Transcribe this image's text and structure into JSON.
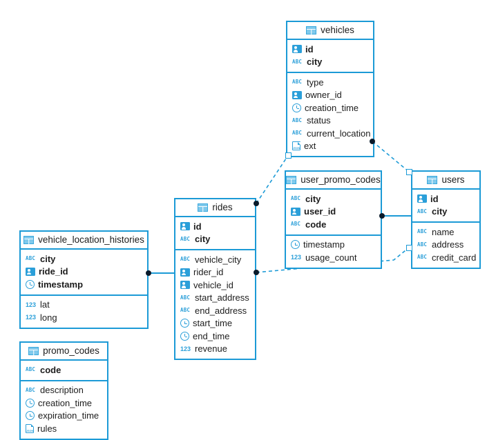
{
  "diagram": {
    "type": "er-diagram",
    "accent_color": "#1b9ad6",
    "icon_color": "#2b9fd9",
    "background": "#ffffff"
  },
  "tables": [
    {
      "id": "vehicles",
      "name": "vehicles",
      "primary_keys": [
        {
          "label": "id",
          "icon": "id-icon"
        },
        {
          "label": "city",
          "icon": "abc-icon"
        }
      ],
      "columns": [
        {
          "label": "type",
          "icon": "abc-icon"
        },
        {
          "label": "owner_id",
          "icon": "id-icon"
        },
        {
          "label": "creation_time",
          "icon": "clock-icon"
        },
        {
          "label": "status",
          "icon": "abc-icon"
        },
        {
          "label": "current_location",
          "icon": "abc-icon"
        },
        {
          "label": "ext",
          "icon": "json-icon"
        }
      ]
    },
    {
      "id": "user_promo_codes",
      "name": "user_promo_codes",
      "primary_keys": [
        {
          "label": "city",
          "icon": "abc-icon"
        },
        {
          "label": "user_id",
          "icon": "id-icon"
        },
        {
          "label": "code",
          "icon": "abc-icon"
        }
      ],
      "columns": [
        {
          "label": "timestamp",
          "icon": "clock-icon"
        },
        {
          "label": "usage_count",
          "icon": "123-icon"
        }
      ]
    },
    {
      "id": "users",
      "name": "users",
      "primary_keys": [
        {
          "label": "id",
          "icon": "id-icon"
        },
        {
          "label": "city",
          "icon": "abc-icon"
        }
      ],
      "columns": [
        {
          "label": "name",
          "icon": "abc-icon"
        },
        {
          "label": "address",
          "icon": "abc-icon"
        },
        {
          "label": "credit_card",
          "icon": "abc-icon"
        }
      ]
    },
    {
      "id": "rides",
      "name": "rides",
      "primary_keys": [
        {
          "label": "id",
          "icon": "id-icon"
        },
        {
          "label": "city",
          "icon": "abc-icon"
        }
      ],
      "columns": [
        {
          "label": "vehicle_city",
          "icon": "abc-icon"
        },
        {
          "label": "rider_id",
          "icon": "id-icon"
        },
        {
          "label": "vehicle_id",
          "icon": "id-icon"
        },
        {
          "label": "start_address",
          "icon": "abc-icon"
        },
        {
          "label": "end_address",
          "icon": "abc-icon"
        },
        {
          "label": "start_time",
          "icon": "clock-icon"
        },
        {
          "label": "end_time",
          "icon": "clock-icon"
        },
        {
          "label": "revenue",
          "icon": "123-icon"
        }
      ]
    },
    {
      "id": "vehicle_location_histories",
      "name": "vehicle_location_histories",
      "primary_keys": [
        {
          "label": "city",
          "icon": "abc-icon"
        },
        {
          "label": "ride_id",
          "icon": "id-icon"
        },
        {
          "label": "timestamp",
          "icon": "clock-icon"
        }
      ],
      "columns": [
        {
          "label": "lat",
          "icon": "123-icon"
        },
        {
          "label": "long",
          "icon": "123-icon"
        }
      ]
    },
    {
      "id": "promo_codes",
      "name": "promo_codes",
      "primary_keys": [
        {
          "label": "code",
          "icon": "abc-icon"
        }
      ],
      "columns": [
        {
          "label": "description",
          "icon": "abc-icon"
        },
        {
          "label": "creation_time",
          "icon": "clock-icon"
        },
        {
          "label": "expiration_time",
          "icon": "clock-icon"
        },
        {
          "label": "rules",
          "icon": "json-icon"
        }
      ]
    }
  ],
  "relationships": [
    {
      "from": "rides",
      "to": "vehicles",
      "style": "dashed"
    },
    {
      "from": "vehicles",
      "to": "users",
      "style": "dashed"
    },
    {
      "from": "rides",
      "to": "users",
      "style": "dashed"
    },
    {
      "from": "user_promo_codes",
      "to": "users",
      "style": "solid"
    },
    {
      "from": "vehicle_location_histories",
      "to": "rides",
      "style": "solid"
    }
  ]
}
